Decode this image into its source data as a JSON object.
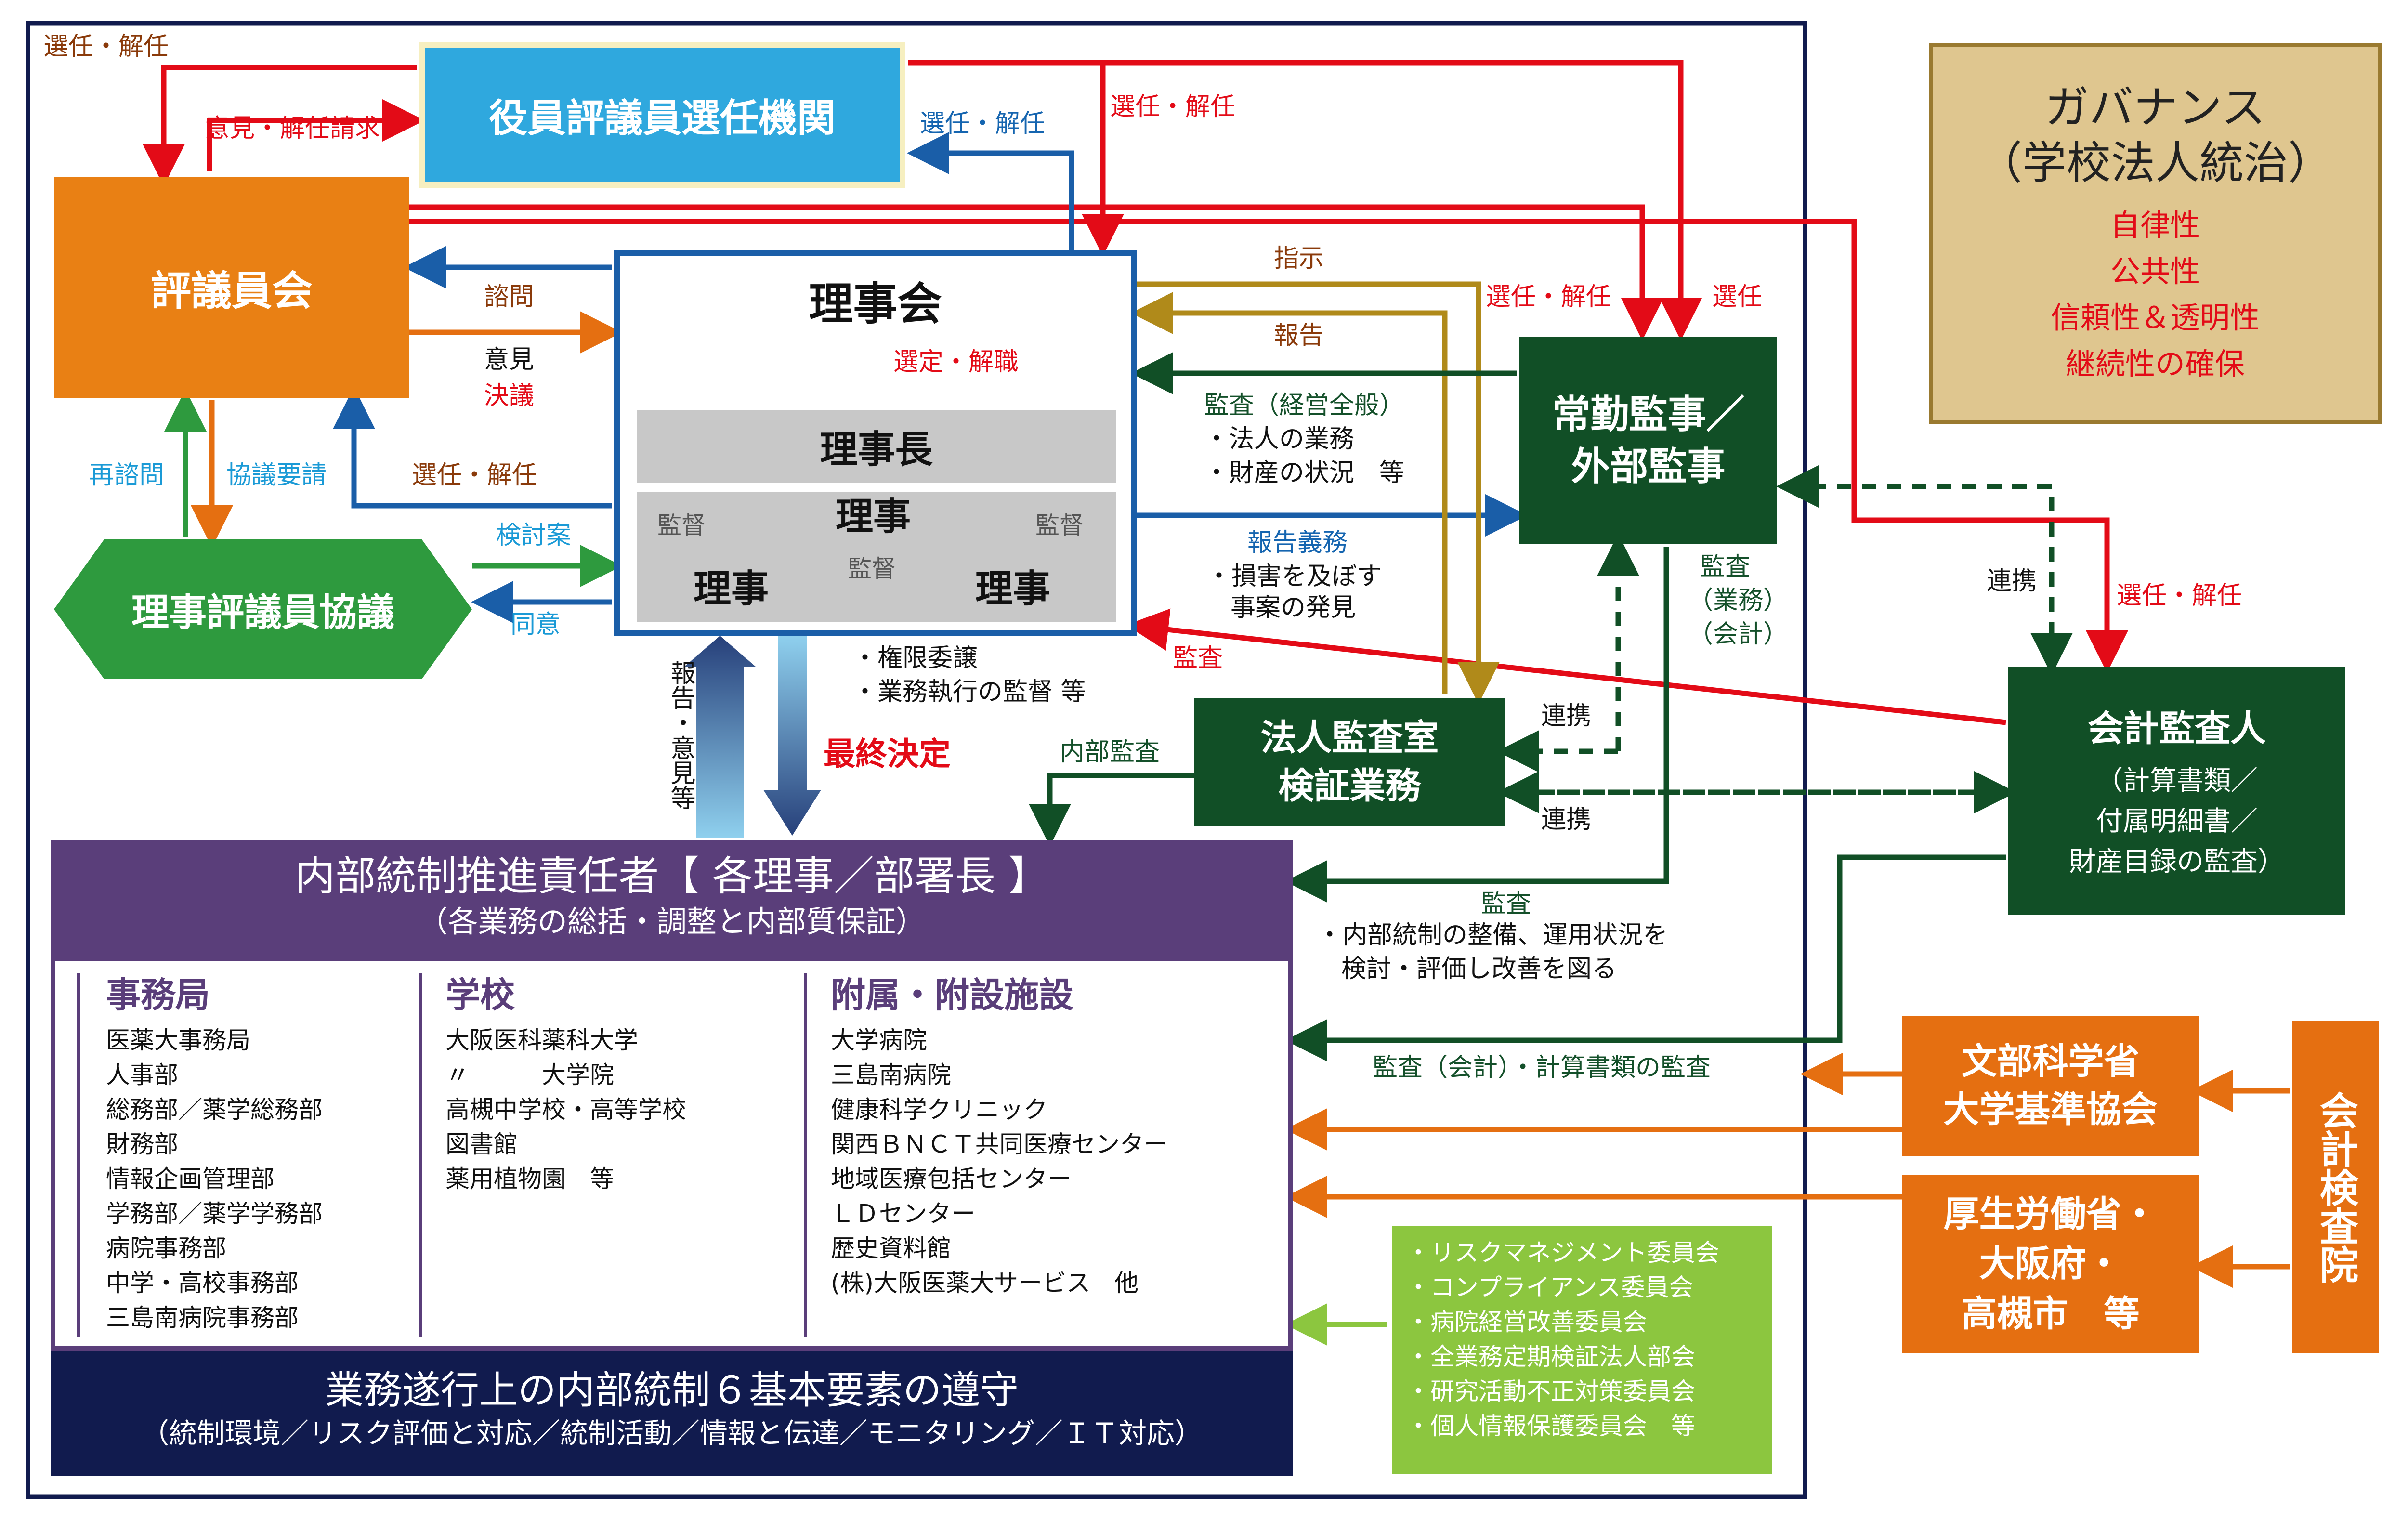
{
  "governance": {
    "title1": "ガバナンス",
    "title2": "（学校法人統治）",
    "items": [
      "自律性",
      "公共性",
      "信頼性＆透明性",
      "継続性の確保"
    ]
  },
  "nodes": {
    "selection_body": "役員評議員選任機関",
    "council": "評議員会",
    "board": "理事会",
    "chairman": "理事長",
    "director": "理事",
    "kantoku": "監督",
    "consult": "理事評議員協議",
    "auditor1": "常勤監事／",
    "auditor2": "外部監事",
    "internal_audit1": "法人監査室",
    "internal_audit2": "検証業務",
    "accounting_auditor": "会計監査人",
    "accounting_auditor_sub": [
      "（計算書類／",
      "付属明細書／",
      "財産目録の監査）"
    ],
    "mext1": "文部科学省",
    "mext2": "大学基準協会",
    "mhlw1": "厚生労働省・",
    "mhlw2": "大阪府・",
    "mhlw3": "高槻市　等",
    "board_of_audit": "会計検査院"
  },
  "committees": [
    "・リスクマネジメント委員会",
    "・コンプライアンス委員会",
    "・病院経営改善委員会",
    "・全業務定期検証法人部会",
    "・研究活動不正対策委員会",
    "・個人情報保護委員会　等"
  ],
  "internal_control": {
    "header": "内部統制推進責任者【 各理事／部署長 】",
    "subheader": "（各業務の総括・調整と内部質保証）",
    "columns": [
      {
        "title": "事務局",
        "items": [
          "医薬大事務局",
          "人事部",
          "総務部／薬学総務部",
          "財務部",
          "情報企画管理部",
          "学務部／薬学学務部",
          "病院事務部",
          "中学・高校事務部",
          "三島南病院事務部"
        ]
      },
      {
        "title": "学校",
        "items": [
          "大阪医科薬科大学",
          "〃　　　大学院",
          "高槻中学校・高等学校",
          "図書館",
          "薬用植物園　等"
        ]
      },
      {
        "title": "附属・附設施設",
        "items": [
          "大学病院",
          "三島南病院",
          "健康科学クリニック",
          "関西ＢＮＣＴ共同医療センター",
          "地域医療包括センター",
          "ＬＤセンター",
          "歴史資料館",
          "(株)大阪医薬大サービス　他"
        ]
      }
    ],
    "footer1": "業務遂行上の内部統制６基本要素の遵守",
    "footer2": "（統制環境／リスク評価と対応／統制活動／情報と伝達／モニタリング／ＩＴ対応）"
  },
  "labels": {
    "appoint_dismiss": "選任・解任",
    "opinion_dismiss_req": "意見・解任請求",
    "shimon": "諮問",
    "iken": "意見",
    "ketsugi": "決議",
    "saishimon": "再諮問",
    "kyogi_yosei": "協議要請",
    "kentoan": "検討案",
    "doi": "同意",
    "sentei_kaishoku": "選定・解職",
    "shiji": "指示",
    "hokoku": "報告",
    "sennin": "選任",
    "kansa_keiei": "監査（経営全般）",
    "hojin_gyomu": "・法人の業務",
    "zaisan": "・財産の状況　等",
    "hokoku_gimu": "報告義務",
    "songai1": "・損害を及ぼす",
    "songai2": "事案の発見",
    "kansa": "監査",
    "kansa_gyomu1": "監査",
    "kansa_gyomu2": "（業務）",
    "kansa_gyomu3": "（会計）",
    "renkei": "連携",
    "kengen1": "・権限委譲",
    "kengen2": "・業務執行の監督 等",
    "saishu": "最終決定",
    "hokoku_iken": "報告・意見等",
    "naibu_kansa": "内部監査",
    "kansa2": "監査",
    "seibi1": "・内部統制の整備、運用状況を",
    "seibi2": "検討・評価し改善を図る",
    "kansa_kaikei": "監査（会計）・計算書類の監査"
  },
  "colors": {
    "red": "#e30b17",
    "blue": "#1a5ea8",
    "orange": "#e56f11",
    "green": "#2e9a3e",
    "gold": "#b08a1a",
    "darkgreen": "#114f26",
    "purple": "#5a3e7a",
    "navy": "#111b4e",
    "lime": "#8cc63f",
    "tan": "#dfc68f"
  }
}
